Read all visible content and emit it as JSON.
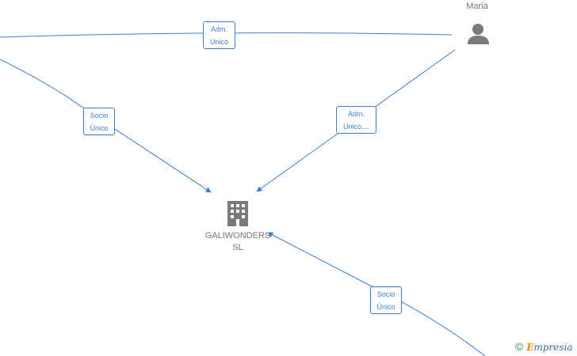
{
  "nodes": {
    "person": {
      "name": "Maria",
      "icon": "person-icon"
    },
    "company": {
      "name_line1": "GALIWONDERS",
      "name_line2": "SL",
      "icon": "building-icon"
    }
  },
  "edges": {
    "top": {
      "line1": "Adm.",
      "line2": "Unico"
    },
    "left": {
      "line1": "Socio",
      "line2": "Único"
    },
    "right": {
      "line1": "Adm.",
      "line2": "Unico,..."
    },
    "bottom": {
      "line1": "Socio",
      "line2": "Único"
    }
  },
  "footer": {
    "copyright": "©",
    "brand_first": "E",
    "brand_rest": "mpresia"
  },
  "colors": {
    "edge": "#3a7fd6",
    "icon": "#7a7a7a",
    "label": "#777777"
  }
}
